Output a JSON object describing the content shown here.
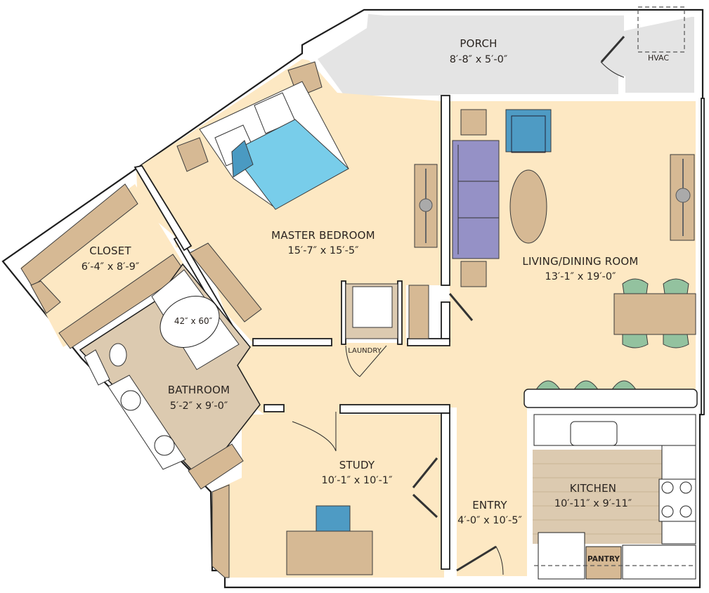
{
  "plan": {
    "type": "apartment-floor-plan",
    "colors": {
      "floor": "#fde8c3",
      "porch": "#e4e4e4",
      "tile": "#dccab0",
      "cabinet": "#d6b994",
      "bed": "#78cdea",
      "bed_fold": "#4a9ac2",
      "sofa": "#9591c6",
      "chair_blue": "#4e9bc4",
      "dining_chair": "#93c29f",
      "wall": "#ffffff",
      "wall_outline": "#1e1e1e"
    },
    "rooms": [
      {
        "id": "porch",
        "name": "PORCH",
        "dimensions": "8′-8″ x 5′-0″"
      },
      {
        "id": "master-bedroom",
        "name": "MASTER BEDROOM",
        "dimensions": "15′-7″ x 15′-5″"
      },
      {
        "id": "living-dining",
        "name": "LIVING/DINING ROOM",
        "dimensions": "13′-1″ x 19′-0″"
      },
      {
        "id": "closet",
        "name": "CLOSET",
        "dimensions": "6′-4″ x 8′-9″"
      },
      {
        "id": "bathroom",
        "name": "BATHROOM",
        "dimensions": "5′-2″ x 9′-0″"
      },
      {
        "id": "study",
        "name": "STUDY",
        "dimensions": "10′-1″ x 10′-1″"
      },
      {
        "id": "entry",
        "name": "ENTRY",
        "dimensions": "4′-0″ x 10′-5″"
      },
      {
        "id": "kitchen",
        "name": "KITCHEN",
        "dimensions": "10′-11″ x 9′-11″"
      }
    ],
    "fixtures": {
      "hvac": "HVAC",
      "laundry": "LAUNDRY",
      "pantry": "PANTRY",
      "tub_size": "42″ x 60″"
    }
  }
}
